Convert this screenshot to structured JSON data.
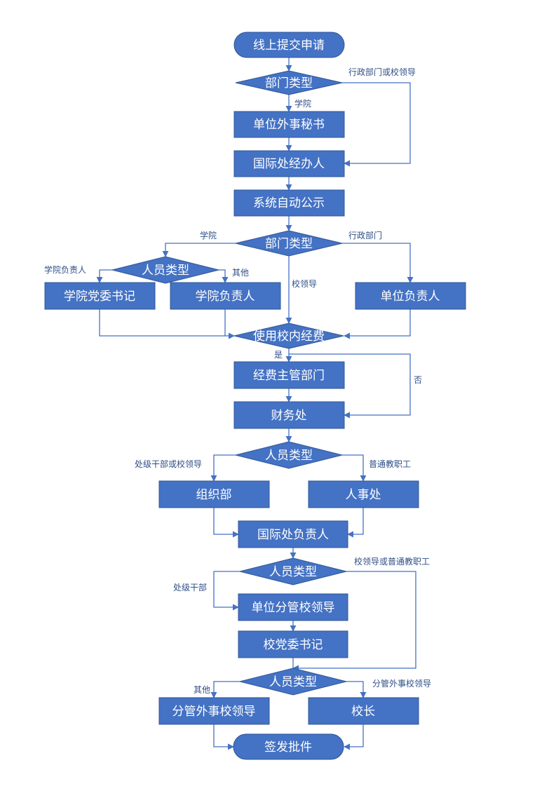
{
  "nodes": {
    "start": "线上提交申请",
    "dept_type_1": "部门类型",
    "unit_secretary": "单位外事秘书",
    "intl_handler": "国际处经办人",
    "auto_publish": "系统自动公示",
    "dept_type_2": "部门类型",
    "person_type_1": "人员类型",
    "college_party_secretary": "学院党委书记",
    "college_head": "学院负责人",
    "unit_head": "单位负责人",
    "use_funds": "使用校内经费",
    "funds_dept": "经费主管部门",
    "finance": "财务处",
    "person_type_2": "人员类型",
    "organization_dept": "组织部",
    "hr_dept": "人事处",
    "intl_head": "国际处负责人",
    "person_type_3": "人员类型",
    "unit_leader": "单位分管校领导",
    "party_secretary": "校党委书记",
    "person_type_4": "人员类型",
    "foreign_affairs_leader": "分管外事校领导",
    "president": "校长",
    "end": "签发批件"
  },
  "edges": {
    "admin_or_leader_1": "行政部门或校领导",
    "college_1": "学院",
    "college_2": "学院",
    "admin_dept": "行政部门",
    "school_leader": "校领导",
    "college_head_person": "学院负责人",
    "other_1": "其他",
    "yes": "是",
    "no": "否",
    "division_or_leader": "处级干部或校领导",
    "ordinary_staff": "普通教职工",
    "leader_or_staff": "校领导或普通教职工",
    "division_cadre": "处级干部",
    "other_2": "其他",
    "foreign_affairs_leader": "分管外事校领导"
  }
}
